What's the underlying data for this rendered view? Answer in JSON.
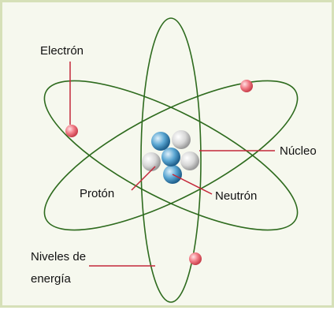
{
  "labels": {
    "electron": "Electrón",
    "nucleus": "Núcleo",
    "proton": "Protón",
    "neutron": "Neutrón",
    "energy_levels_line1": "Niveles de",
    "energy_levels_line2": "energía"
  },
  "colors": {
    "background": "#f6f8ee",
    "border": "#d6e0b8",
    "orbit": "#2e6b1e",
    "pointer_line": "#c4283a",
    "electron": "#f07a84",
    "proton": "#d4d4d4",
    "neutron": "#4a94c4"
  }
}
